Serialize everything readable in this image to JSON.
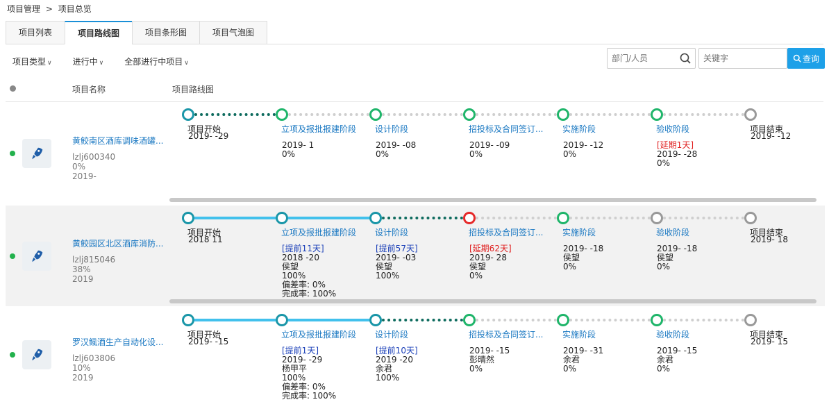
{
  "breadcrumb": {
    "root": "项目管理",
    "sep": ">",
    "current": "项目总览"
  },
  "tabs": [
    "项目列表",
    "项目路线图",
    "项目条形图",
    "项目气泡图"
  ],
  "filters": [
    "项目类型",
    "进行中",
    "全部进行中项目"
  ],
  "search": {
    "dept_placeholder": "部门/人员",
    "keyword_placeholder": "关键字",
    "query_label": "查询"
  },
  "columns": {
    "name": "项目名称",
    "roadmap": "项目路线图"
  },
  "stage_labels": [
    "项目开始",
    "立项及报批报建阶段",
    "设计阶段",
    "招投标及合同签订...",
    "实施阶段",
    "验收阶段",
    "项目结束"
  ],
  "projects": [
    {
      "name": "黄鲛南区酒库调味酒罐...",
      "code": "lzlj600340",
      "progress": "0%",
      "date": "2019-",
      "stages": [
        {
          "tag": "",
          "date": "2019-  -29",
          "person": "",
          "pct": ""
        },
        {
          "tag": "",
          "date": "2019-    1",
          "person": "",
          "pct": "0%"
        },
        {
          "tag": "",
          "date": "2019-    -08",
          "person": "",
          "pct": "0%"
        },
        {
          "tag": "",
          "date": "2019-    -09",
          "person": "",
          "pct": "0%"
        },
        {
          "tag": "",
          "date": "2019-   -12",
          "person": "",
          "pct": "0%"
        },
        {
          "tag": "[延期1天]",
          "date": "2019-   -28",
          "person": "",
          "pct": "0%"
        },
        {
          "tag": "",
          "date": "2019-   -12",
          "person": "",
          "pct": ""
        }
      ]
    },
    {
      "name": "黄鲛园区北区酒库消防...",
      "code": "lzlj815046",
      "progress": "38%",
      "date": "2019",
      "stages": [
        {
          "tag": "",
          "date": "2018     11",
          "person": "",
          "pct": ""
        },
        {
          "tag": "[提前11天]",
          "date": "2018    -20",
          "person": "侯望",
          "pct": "100%",
          "dev": "偏差率: 0%",
          "done": "完成率: 100%"
        },
        {
          "tag": "[提前57天]",
          "date": "2019-    -03",
          "person": "侯望",
          "pct": "100%"
        },
        {
          "tag": "[延期62天]",
          "date": "2019-    28",
          "person": "侯望",
          "pct": "0%"
        },
        {
          "tag": "",
          "date": "2019-   -18",
          "person": "侯望",
          "pct": "0%"
        },
        {
          "tag": "",
          "date": "2019-    -18",
          "person": "侯望",
          "pct": "0%"
        },
        {
          "tag": "",
          "date": "2019-    18",
          "person": "",
          "pct": ""
        }
      ]
    },
    {
      "name": "罗汉鲺酒生产自动化设...",
      "code": "lzlj603806",
      "progress": "10%",
      "date": "2019",
      "stages": [
        {
          "tag": "",
          "date": "2019-   -15",
          "person": "",
          "pct": ""
        },
        {
          "tag": "[提前1天]",
          "date": "2019-   -29",
          "person": "杨甲平",
          "pct": "100%",
          "dev": "偏差率: 0%",
          "done": "完成率: 100%"
        },
        {
          "tag": "[提前10天]",
          "date": "2019    -20",
          "person": "余君",
          "pct": "100%"
        },
        {
          "tag": "",
          "date": "2019-    -15",
          "person": "彭晴然",
          "pct": "0%"
        },
        {
          "tag": "",
          "date": "2019-    -31",
          "person": "余君",
          "pct": "0%"
        },
        {
          "tag": "",
          "date": "2019-    -15",
          "person": "余君",
          "pct": "0%"
        },
        {
          "tag": "",
          "date": "2019-   15",
          "person": "",
          "pct": ""
        }
      ]
    }
  ],
  "colors": {
    "accent": "#1da0e8",
    "link": "#1a78c2",
    "done_line": "#42c1ec",
    "active_line": "#0e6b5e",
    "late": "#e02020",
    "early": "#1a3fb8"
  },
  "icons": [
    "search-icon",
    "rocket-icon",
    "chevron-down-icon",
    "status-dot"
  ]
}
